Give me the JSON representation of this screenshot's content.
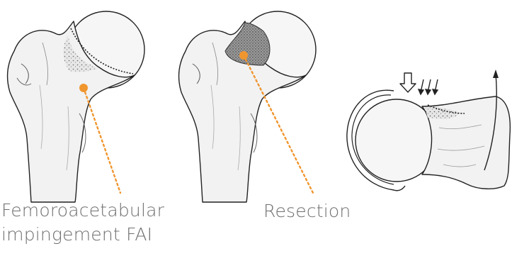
{
  "captions": {
    "fai_line1": "Femoroacetabular",
    "fai_line2": "impingement FAI",
    "resection": "Resection"
  },
  "colors": {
    "bone_fill": "#f3f3f3",
    "bone_outline": "#1f1f1f",
    "marker": "#f0962f",
    "caption_text": "#6f6f6f",
    "resection_shade": "#8a8a8a"
  },
  "icons": {
    "force_arrow": "outlined-arrow-down",
    "pressure_arrows": "three-small-arrows",
    "rotation_arrow": "curved-arrow-up"
  }
}
